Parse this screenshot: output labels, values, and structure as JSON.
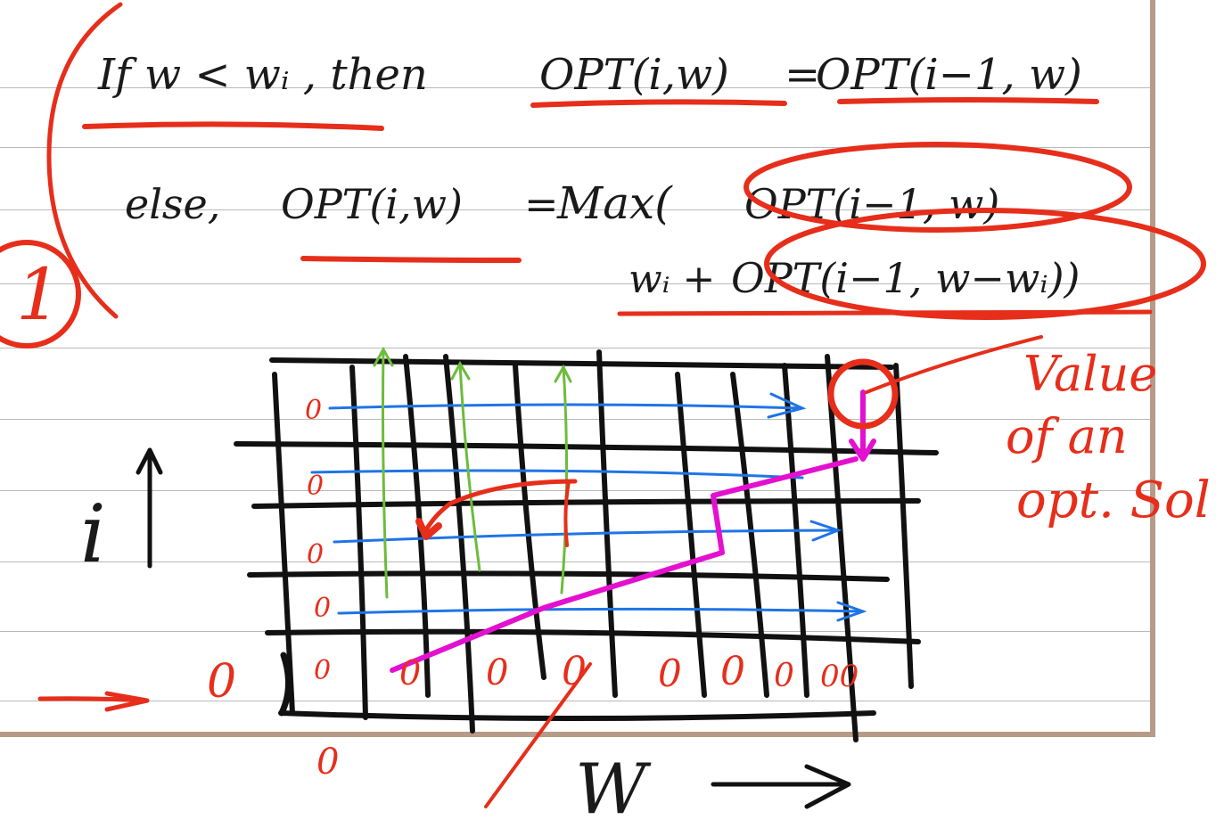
{
  "recurrence": {
    "case1_prefix": "If w < wᵢ , then",
    "case1_lhs": "OPT(i,w)",
    "case1_eq": "=",
    "case1_rhs": "OPT(i−1, w)",
    "case2_prefix": "else,",
    "case2_lhs": "OPT(i,w)",
    "case2_eq": "=",
    "case2_max": "Max(",
    "case2_option1": "OPT(i−1, w)",
    "case2_option2_prefix": "wᵢ +",
    "case2_option2": "OPT(i−1, w−wᵢ))"
  },
  "annotations": {
    "circled_number": "1",
    "value_label_line1": "Value",
    "value_label_line2": "of an",
    "value_label_line3": "opt. Sol",
    "row_axis_label": "i",
    "col_axis_label": "W",
    "bottom_zero": "0",
    "left_zero": "0",
    "row_zeros": [
      "0",
      "0",
      "0",
      "0",
      "0"
    ],
    "base_row_zeros": [
      "0",
      "0",
      "0",
      "0",
      "0",
      "0",
      "00"
    ]
  },
  "colors": {
    "red_ink": "#e62e1b",
    "black_ink": "#111111",
    "blue_ink": "#1f74e6",
    "green_ink": "#6cbc3c",
    "magenta_ink": "#e410d0",
    "page_border": "#b89a88",
    "ruled_line": "#b9b9b9"
  }
}
